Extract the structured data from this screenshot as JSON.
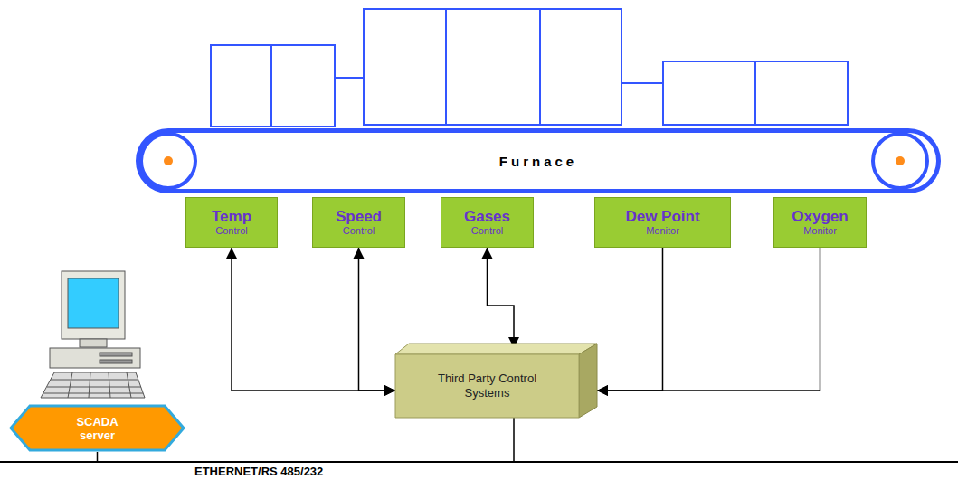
{
  "diagram": {
    "nodes": [
      {
        "text": [
          "Furnace"
        ]
      },
      {
        "text": [
          "Temp",
          "Control"
        ]
      },
      {
        "text": [
          "Speed",
          "Control"
        ]
      },
      {
        "text": [
          "Gases",
          "Control"
        ]
      },
      {
        "text": [
          "Dew Point",
          "Monitor"
        ]
      },
      {
        "text": [
          "Oxygen",
          "Monitor"
        ]
      },
      {
        "text": [
          "Third Party Control Systems"
        ]
      },
      {
        "text": [
          "SCADA server"
        ]
      }
    ],
    "edges": [
      {
        "from": 1,
        "to": 6,
        "arrow": "both"
      },
      {
        "from": 6,
        "to": 2,
        "arrow": "both"
      },
      {
        "from": 6,
        "to": 3,
        "arrow": "both"
      },
      {
        "from": 4,
        "to": 6,
        "arrow": "to"
      },
      {
        "from": 5,
        "to": 6,
        "arrow": "to"
      },
      {
        "from": 7,
        "to": 6,
        "arrow": "none"
      }
    ],
    "labels": [
      "ETHERNET/RS 485/232"
    ]
  }
}
